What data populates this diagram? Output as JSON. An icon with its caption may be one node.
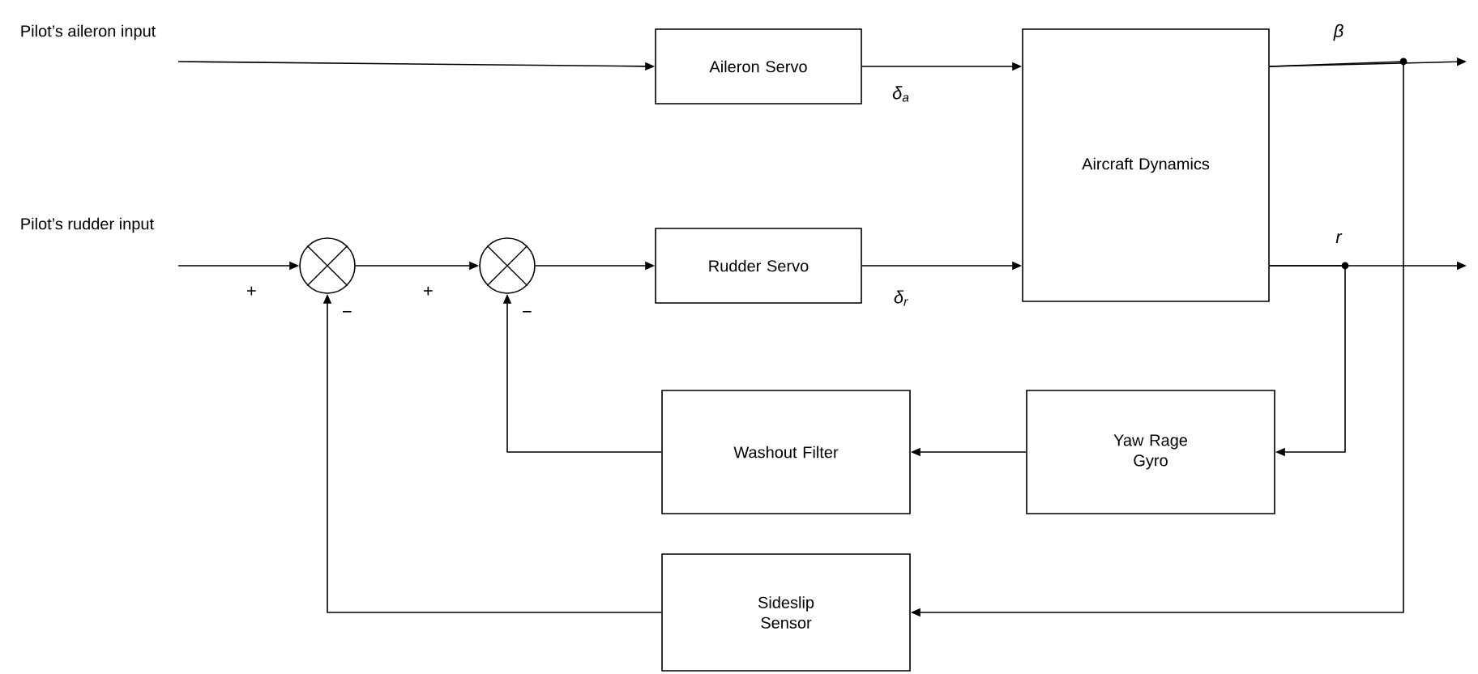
{
  "diagram": {
    "nodes": [
      {
        "text": [
          "Aileron Servo"
        ]
      },
      {
        "text": [
          "Rudder Servo"
        ]
      },
      {
        "text": [
          "Aircraft Dynamics"
        ]
      },
      {
        "text": [],
        "shape": "circle"
      },
      {
        "text": [],
        "shape": "circle"
      },
      {
        "text": [
          "Washout Filter"
        ]
      },
      {
        "text": [
          "Yaw Rage Gyro"
        ]
      },
      {
        "text": [
          "Sideslip Sensor"
        ]
      }
    ],
    "edges": [
      {
        "from": null,
        "to": 0,
        "arrow": "to"
      },
      {
        "from": 0,
        "to": 2,
        "arrow": "to",
        "label": "δ$_{a}$"
      },
      {
        "from": null,
        "to": 3,
        "arrow": "to",
        "label": "+"
      },
      {
        "from": 3,
        "to": 4,
        "arrow": "to",
        "label": "+"
      },
      {
        "from": 4,
        "to": 1,
        "arrow": "to"
      },
      {
        "from": 1,
        "to": 2,
        "arrow": "to",
        "label": "δ$_{r}$"
      },
      {
        "from": 2,
        "to": null,
        "arrow": "to",
        "label": "β"
      },
      {
        "from": 2,
        "to": null,
        "arrow": "to",
        "label": "r"
      },
      {
        "from": 2,
        "to": 6,
        "arrow": "to"
      },
      {
        "from": 2,
        "to": 7,
        "arrow": "to"
      },
      {
        "from": 6,
        "to": 5,
        "arrow": "to"
      },
      {
        "from": 5,
        "to": 4,
        "arrow": "to",
        "label": "−"
      },
      {
        "from": 7,
        "to": 3,
        "arrow": "to",
        "label": "−"
      }
    ],
    "labels": [
      "Pilot’s aileron input",
      "Pilot’s rudder input"
    ]
  }
}
